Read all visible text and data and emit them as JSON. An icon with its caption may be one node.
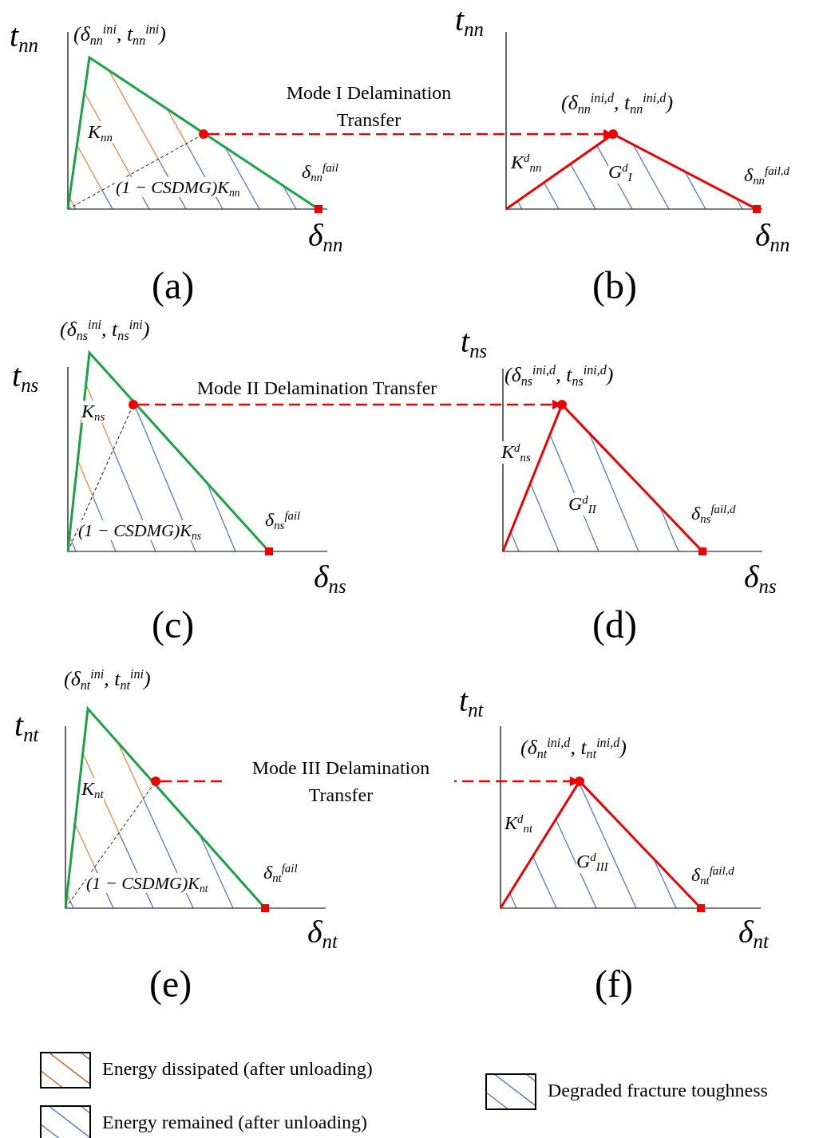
{
  "diagram": {
    "nodes": [
      {
        "text": [],
        "shape": "circle"
      },
      {
        "text": [],
        "shape": "circle",
        "beside": [
          "(δ$_{nn}$$^{ini,d}$, t$_{nn}$$^{ini,d}$)"
        ]
      },
      {
        "text": [],
        "shape": "circle"
      },
      {
        "text": [],
        "shape": "circle",
        "beside": [
          "(δ$_{ns}$$^{ini,d}$, t$_{ns}$$^{ini,d}$)"
        ]
      },
      {
        "text": [],
        "shape": "circle"
      },
      {
        "text": [],
        "shape": "circle",
        "beside": [
          "(δ$_{nt}$$^{ini,d}$, t$_{nt}$$^{ini,d}$)"
        ]
      }
    ],
    "edges": [
      {
        "from": 0,
        "to": 1,
        "arrow": "to",
        "label": "Mode I Delamination Transfer",
        "style": "dashed"
      },
      {
        "from": 2,
        "to": 3,
        "arrow": "to",
        "label": "Mode II Delamination Transfer",
        "style": "dashed"
      },
      {
        "from": 4,
        "to": 5,
        "arrow": "to",
        "label": "Mode III Delamination Transfer",
        "style": "dashed"
      }
    ],
    "labels": [
      "t$_{nn}$",
      "(δ$_{nn}$$^{ini}$, t$_{nn}$$^{ini}$)",
      "t$_{nn}$",
      "K$_{nn}$",
      "(1 − CSDMG)K$_{nn}$",
      "δ$_{nn}$$^{fail}$",
      "K$^{d}$$_{nn}$",
      "G$^{d}$$_{I}$",
      "δ$_{nn}$$^{fail,d}$",
      "δ$_{nn}$",
      "δ$_{nn}$",
      "(a)",
      "(b)",
      "t$_{ns}$",
      "(δ$_{ns}$$^{ini}$, t$_{ns}$$^{ini}$)",
      "t$_{ns}$",
      "K$_{ns}$",
      "(1 − CSDMG)K$_{ns}$",
      "δ$_{ns}$$^{fail}$",
      "K$^{d}$$_{ns}$",
      "G$^{d}$$_{II}$",
      "δ$_{ns}$$^{fail,d}$",
      "δ$_{ns}$",
      "δ$_{ns}$",
      "(c)",
      "(d)",
      "t$_{nt}$",
      "(δ$_{nt}$$^{ini}$, t$_{nt}$$^{ini}$)",
      "t$_{nt}$",
      "K$_{nt}$",
      "(1 − CSDMG)K$_{nt}$",
      "δ$_{nt}$$^{fail}$",
      "K$^{d}$$_{nt}$",
      "G$^{d}$$_{III}$",
      "δ$_{nt}$$^{fail,d}$",
      "δ$_{nt}$",
      "δ$_{nt}$",
      "(e)",
      "(f)"
    ],
    "legend": [
      {
        "text": "Energy dissipated (after unloading)"
      },
      {
        "text": "Energy remained (after unloading)"
      },
      {
        "text": "Degraded fracture toughness"
      }
    ]
  }
}
